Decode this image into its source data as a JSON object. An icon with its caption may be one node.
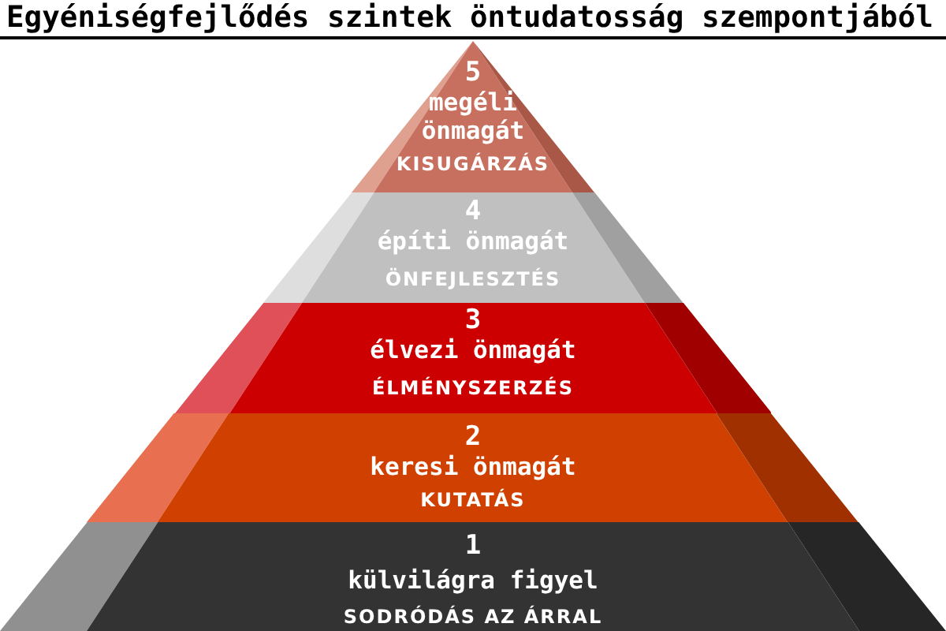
{
  "diagram": {
    "title": "Egyéniségfejlődés szintek öntudatosság szempontjából",
    "nodes": [
      {
        "text": [
          "5",
          "megéli önmagát",
          "KISUGÁRZÁS"
        ]
      },
      {
        "text": [
          "4",
          "építi önmagát",
          "ÖNFEJLESZTÉS"
        ]
      },
      {
        "text": [
          "3",
          "élvezi önmagát",
          "ÉLMÉNYSZERZÉS"
        ]
      },
      {
        "text": [
          "2",
          "keresi önmagát",
          "KUTATÁS"
        ]
      },
      {
        "text": [
          "1",
          "külvilágra figyel",
          "SODRÓDÁS AZ ÁRRAL"
        ]
      }
    ]
  }
}
